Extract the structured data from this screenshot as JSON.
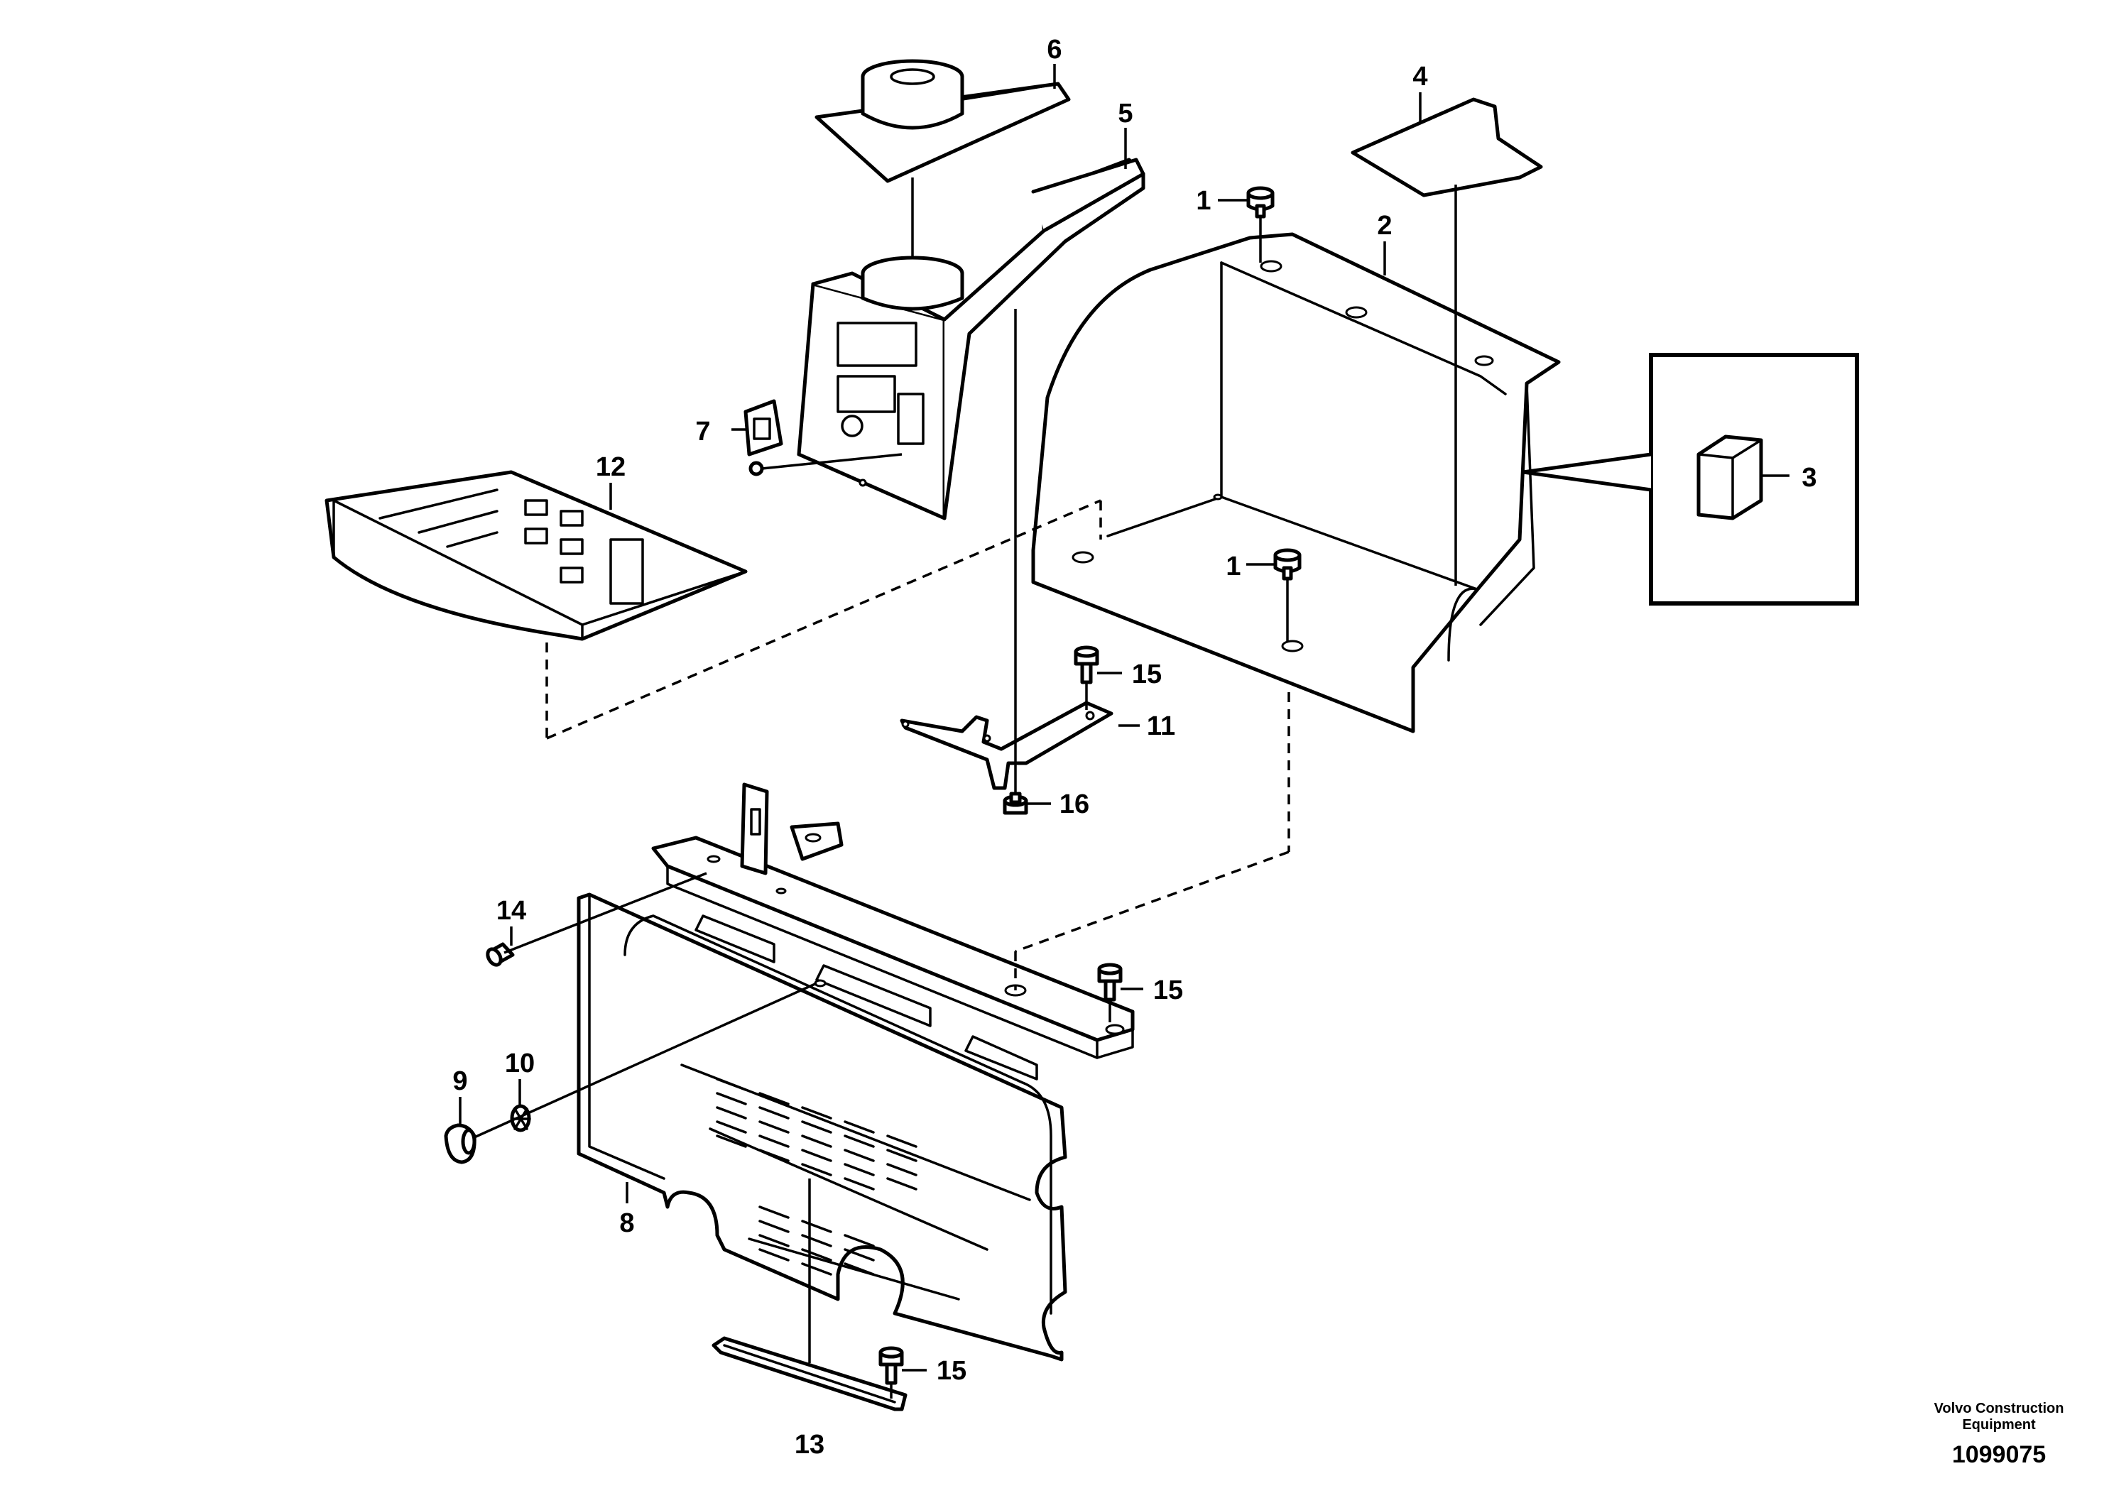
{
  "callouts": {
    "c1a": "1",
    "c1b": "1",
    "c2": "2",
    "c3": "3",
    "c4": "4",
    "c5": "5",
    "c6": "6",
    "c7": "7",
    "c8": "8",
    "c9": "9",
    "c10": "10",
    "c11": "11",
    "c12": "12",
    "c13": "13",
    "c14": "14",
    "c15a": "15",
    "c15b": "15",
    "c15c": "15",
    "c16": "16"
  },
  "footer": {
    "company_line1": "Volvo Construction",
    "company_line2": "Equipment",
    "drawing_number": "1099075"
  }
}
